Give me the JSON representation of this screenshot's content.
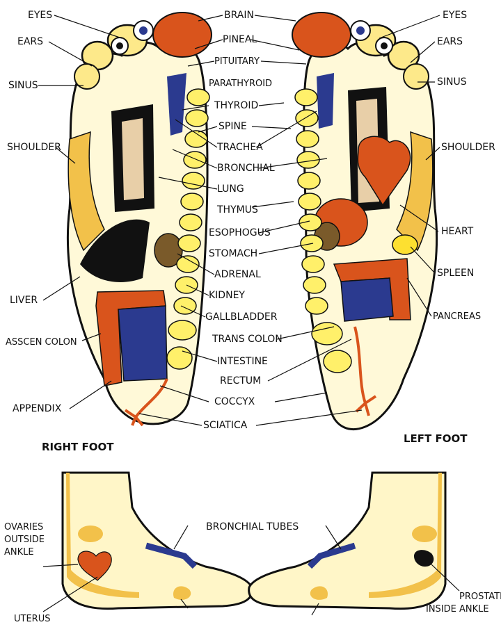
{
  "titles": {
    "right_foot": "RIGHT FOOT",
    "left_foot": "LEFT FOOT"
  },
  "labels": {
    "eyes": "EYES",
    "ears": "EARS",
    "sinus": "SINUS",
    "shoulder": "SHOULDER",
    "liver": "LIVER",
    "asscen_colon": "ASSCEN COLON",
    "appendix": "APPENDIX",
    "brain": "BRAIN",
    "pineal": "PINEAL",
    "pituitary": "PITUITARY",
    "parathyroid": "PARATHYROID",
    "thyroid": "THYROID",
    "spine": "SPINE",
    "trachea": "TRACHEA",
    "bronchial": "BRONCHIAL",
    "lung": "LUNG",
    "thymus": "THYMUS",
    "esophogus": "ESOPHOGUS",
    "stomach": "STOMACH",
    "adrenal": "ADRENAL",
    "kidney": "KIDNEY",
    "gallbladder": "GALLBLADDER",
    "trans_colon": "TRANS COLON",
    "intestine": "INTESTINE",
    "rectum": "RECTUM",
    "coccyx": "COCCYX",
    "sciatica": "SCIATICA",
    "heart": "HEART",
    "spleen": "SPLEEN",
    "pancreas": "PANCREAS",
    "bronchial_tubes": "BRONCHIAL TUBES",
    "ovaries_line1": "OVARIES",
    "ovaries_line2": "OUTSIDE",
    "ovaries_line3": "ANKLE",
    "uterus": "UTERUS",
    "prostate_line1": "PROSTATE",
    "prostate_line2": "INSIDE ANKLE"
  },
  "colors": {
    "skin": "#fde98a",
    "skin_shade": "#f2c14a",
    "organ_orange": "#d9541c",
    "organ_brown": "#7a5a2a",
    "blue": "#2b3a8f",
    "black": "#111111",
    "spine": "#fff06a"
  }
}
